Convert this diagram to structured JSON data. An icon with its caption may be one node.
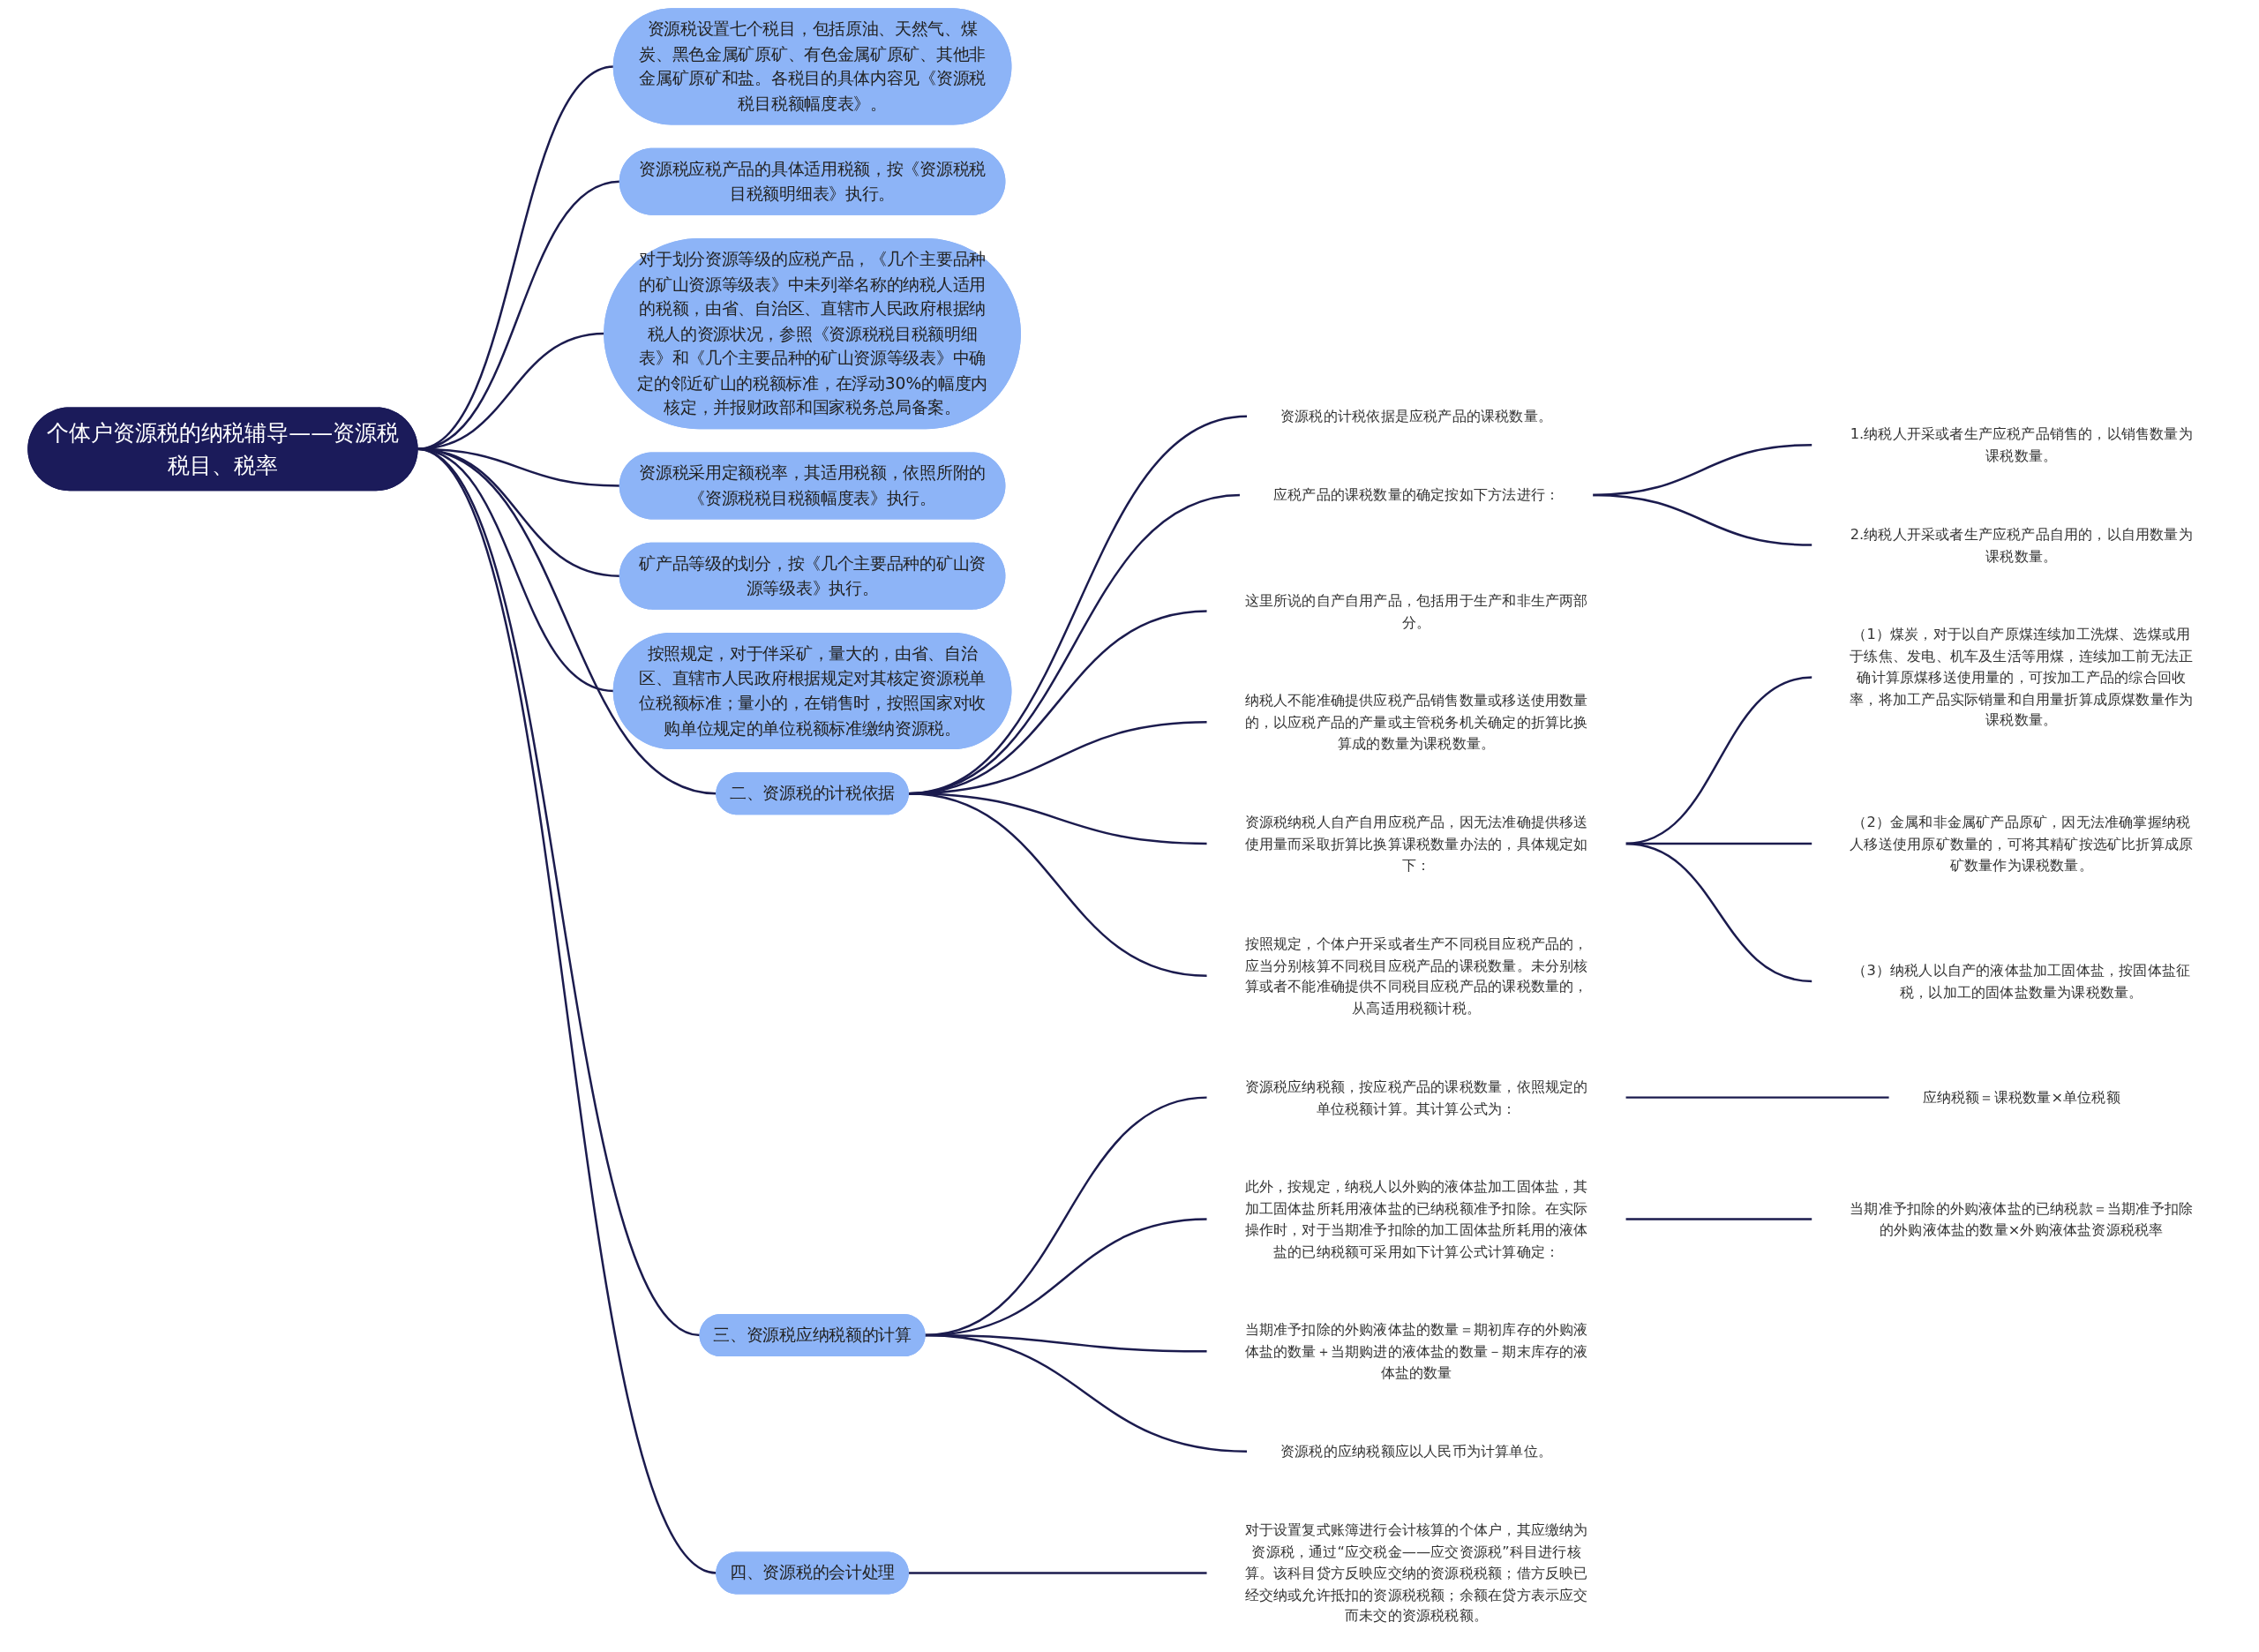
{
  "diagram": {
    "nodes": [
      {
        "text": [
          "个体户资源税的纳税辅导——资源税税目、税率"
        ]
      },
      {
        "text": [
          "资源税设置七个税目，包括原油、天然气、煤炭、黑色金属矿原矿、有色金属矿原矿、其他非金属矿原矿和盐。各税目的具体内容见《资源税税目税额幅度表》。"
        ]
      },
      {
        "text": [
          "资源税应税产品的具体适用税额，按《资源税税目税额明细表》执行。"
        ]
      },
      {
        "text": [
          "对于划分资源等级的应税产品，《几个主要品种的矿山资源等级表》中未列举名称的纳税人适用的税额，由省、自治区、直辖市人民政府根据纳税人的资源状况，参照《资源税税目税额明细表》和《几个主要品种的矿山资源等级表》中确定的邻近矿山的税额标准，在浮动30%的幅度内核定，并报财政部和国家税务总局备案。"
        ]
      },
      {
        "text": [
          "资源税采用定额税率，其适用税额，依照所附的《资源税税目税额幅度表》执行。"
        ]
      },
      {
        "text": [
          "矿产品等级的划分，按《几个主要品种的矿山资源等级表》执行。"
        ]
      },
      {
        "text": [
          "按照规定，对于伴采矿，量大的，由省、自治区、直辖市人民政府根据规定对其核定资源税单位税额标准；量小的，在销售时，按照国家对收购单位规定的单位税额标准缴纳资源税。"
        ]
      },
      {
        "text": [
          "二、资源税的计税依据"
        ]
      },
      {
        "text": [
          "资源税的计税依据是应税产品的课税数量。"
        ]
      },
      {
        "text": [
          "应税产品的课税数量的确定按如下方法进行："
        ]
      },
      {
        "text": [
          "1.纳税人开采或者生产应税产品销售的，以销售数量为课税数量。"
        ]
      },
      {
        "text": [
          "2.纳税人开采或者生产应税产品自用的，以自用数量为课税数量。"
        ]
      },
      {
        "text": [
          "这里所说的自产自用产品，包括用于生产和非生产两部分。"
        ]
      },
      {
        "text": [
          "纳税人不能准确提供应税产品销售数量或移送使用数量的，以应税产品的产量或主管税务机关确定的折算比换算成的数量为课税数量。"
        ]
      },
      {
        "text": [
          "资源税纳税人自产自用应税产品，因无法准确提供移送使用量而采取折算比换算课税数量办法的，具体规定如下："
        ]
      },
      {
        "text": [
          "（1）煤炭，对于以自产原煤连续加工洗煤、选煤或用于练焦、发电、机车及生活等用煤，连续加工前无法正确计算原煤移送使用量的，可按加工产品的综合回收率，将加工产品实际销量和自用量折算成原煤数量作为课税数量。"
        ]
      },
      {
        "text": [
          "（2）金属和非金属矿产品原矿，因无法准确掌握纳税人移送使用原矿数量的，可将其精矿按选矿比折算成原矿数量作为课税数量。"
        ]
      },
      {
        "text": [
          "（3）纳税人以自产的液体盐加工固体盐，按固体盐征税，以加工的固体盐数量为课税数量。"
        ]
      },
      {
        "text": [
          "按照规定，个体户开采或者生产不同税目应税产品的，应当分别核算不同税目应税产品的课税数量。未分别核算或者不能准确提供不同税目应税产品的课税数量的，从高适用税额计税。"
        ]
      },
      {
        "text": [
          "三、资源税应纳税额的计算"
        ]
      },
      {
        "text": [
          "资源税应纳税额，按应税产品的课税数量，依照规定的单位税额计算。其计算公式为："
        ]
      },
      {
        "text": [
          "应纳税额＝课税数量×单位税额"
        ]
      },
      {
        "text": [
          "此外，按规定，纳税人以外购的液体盐加工固体盐，其加工固体盐所耗用液体盐的已纳税额准予扣除。在实际操作时，对于当期准予扣除的加工固体盐所耗用的液体盐的已纳税额可采用如下计算公式计算确定："
        ]
      },
      {
        "text": [
          "当期准予扣除的外购液体盐的已纳税款＝当期准予扣除的外购液体盐的数量×外购液体盐资源税税率"
        ]
      },
      {
        "text": [
          "当期准予扣除的外购液体盐的数量＝期初库存的外购液体盐的数量＋当期购进的液体盐的数量－期末库存的液体盐的数量"
        ]
      },
      {
        "text": [
          "资源税的应纳税额应以人民币为计算单位。"
        ]
      },
      {
        "text": [
          "四、资源税的会计处理"
        ]
      },
      {
        "text": [
          "对于设置复式账簿进行会计核算的个体户，其应缴纳为资源税，通过“应交税金——应交资源税”科目进行核算。该科目贷方反映应交纳的资源税税额；借方反映已经交纳或允许抵扣的资源税税额；余额在贷方表示应交而未交的资源税税额。"
        ]
      }
    ],
    "edges": [
      {
        "from": 0,
        "to": 1,
        "arrow": "none"
      },
      {
        "from": 0,
        "to": 2,
        "arrow": "none"
      },
      {
        "from": 0,
        "to": 3,
        "arrow": "none"
      },
      {
        "from": 0,
        "to": 4,
        "arrow": "none"
      },
      {
        "from": 0,
        "to": 5,
        "arrow": "none"
      },
      {
        "from": 0,
        "to": 6,
        "arrow": "none"
      },
      {
        "from": 0,
        "to": 7,
        "arrow": "none"
      },
      {
        "from": 7,
        "to": 8,
        "arrow": "none"
      },
      {
        "from": 7,
        "to": 9,
        "arrow": "none"
      },
      {
        "from": 9,
        "to": 10,
        "arrow": "none"
      },
      {
        "from": 9,
        "to": 11,
        "arrow": "none"
      },
      {
        "from": 7,
        "to": 12,
        "arrow": "none"
      },
      {
        "from": 7,
        "to": 13,
        "arrow": "none"
      },
      {
        "from": 7,
        "to": 14,
        "arrow": "none"
      },
      {
        "from": 14,
        "to": 15,
        "arrow": "none"
      },
      {
        "from": 14,
        "to": 16,
        "arrow": "none"
      },
      {
        "from": 14,
        "to": 17,
        "arrow": "none"
      },
      {
        "from": 7,
        "to": 18,
        "arrow": "none"
      },
      {
        "from": 0,
        "to": 19,
        "arrow": "none"
      },
      {
        "from": 19,
        "to": 20,
        "arrow": "none"
      },
      {
        "from": 20,
        "to": 21,
        "arrow": "none"
      },
      {
        "from": 19,
        "to": 22,
        "arrow": "none"
      },
      {
        "from": 22,
        "to": 23,
        "arrow": "none"
      },
      {
        "from": 19,
        "to": 24,
        "arrow": "none"
      },
      {
        "from": 19,
        "to": 25,
        "arrow": "none"
      },
      {
        "from": 0,
        "to": 26,
        "arrow": "none"
      },
      {
        "from": 26,
        "to": 27,
        "arrow": "none"
      }
    ]
  }
}
